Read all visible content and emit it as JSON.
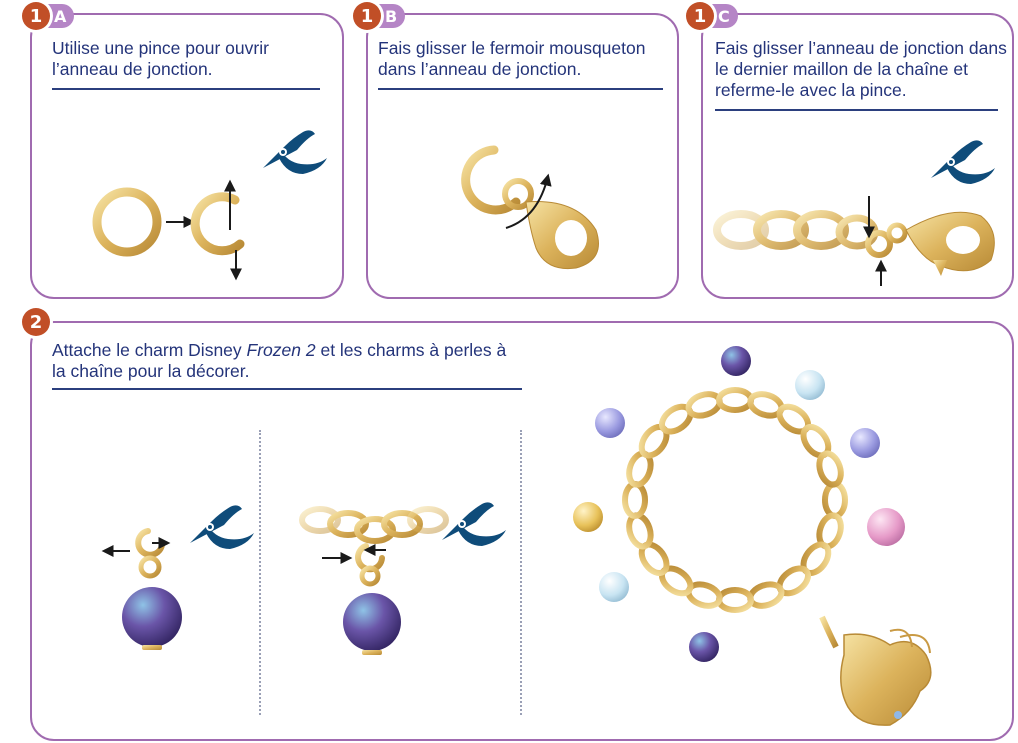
{
  "steps": [
    {
      "number": "1",
      "letter": "A",
      "text": "Utilise une pince pour ouvrir l’anneau de jonction."
    },
    {
      "number": "1",
      "letter": "B",
      "text": "Fais glisser le fermoir mousqueton dans l’anneau de jonction."
    },
    {
      "number": "1",
      "letter": "C",
      "text": "Fais glisser l’anneau de jonction dans le dernier maillon de la chaîne et referme-le avec la pince."
    }
  ],
  "step2": {
    "number": "2",
    "text_before": "Attache le charm Disney ",
    "text_italic": "Frozen 2",
    "text_after": " et les charms à perles à la chaîne pour la décorer."
  },
  "colors": {
    "card_border": "#a06bb0",
    "badge_number": "#c14f27",
    "badge_letter": "#b585c6",
    "text": "#24347a",
    "gold": "#e7c36a",
    "pliers": "#0f4c7a"
  },
  "icons": [
    "pliers-icon",
    "jump-ring-icon",
    "lobster-clasp-icon",
    "pearl-charm-icon",
    "bracelet-illustration",
    "frozen-charm-icon"
  ]
}
